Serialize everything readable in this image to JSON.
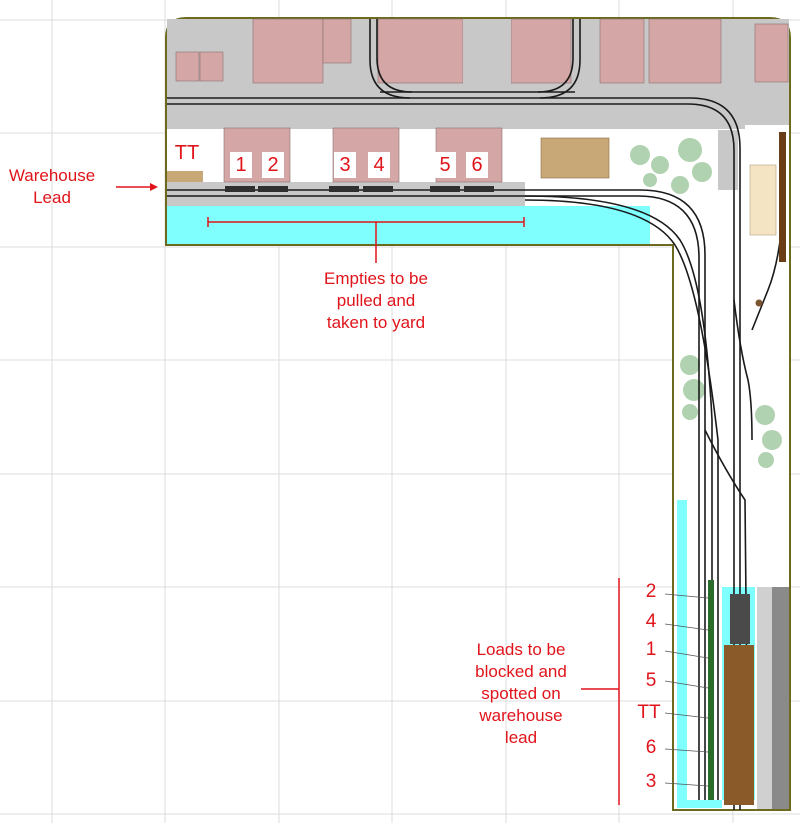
{
  "labels": {
    "warehouse_lead": [
      "Warehouse",
      "Lead"
    ],
    "empties": [
      "Empties to be",
      "pulled and",
      "taken to yard"
    ],
    "loads": [
      "Loads to be",
      "blocked and",
      "spotted on",
      "warehouse",
      "lead"
    ],
    "turntable_abbrev": "TT"
  },
  "spot_numbers": [
    "1",
    "2",
    "3",
    "4",
    "5",
    "6"
  ],
  "block_order": [
    "2",
    "4",
    "1",
    "5",
    "TT",
    "6",
    "3"
  ],
  "colors": {
    "accent_text": "#e0141b",
    "water": "#80ffff",
    "roofs": "#d4a6a6",
    "pavement": "#c8c8c8",
    "dirt_lot": "#c9a877",
    "track": "#1a1a1a",
    "layout_edge": "#6b6a1e",
    "grid": "#dcdcdc"
  }
}
